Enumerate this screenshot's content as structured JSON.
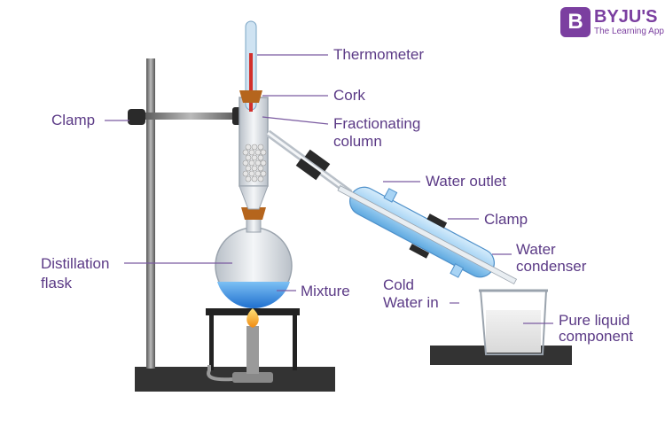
{
  "brand": {
    "name": "BYJU'S",
    "letter": "B",
    "tagline": "The Learning App",
    "color": "#7b3fa0"
  },
  "labels": {
    "thermometer": "Thermometer",
    "cork": "Cork",
    "clamp_left": "Clamp",
    "fractionating_1": "Fractionating",
    "fractionating_2": "column",
    "water_outlet": "Water outlet",
    "clamp_right": "Clamp",
    "distillation_1": "Distillation",
    "distillation_2": "flask",
    "mixture": "Mixture",
    "water_condenser_1": "Water",
    "water_condenser_2": "condenser",
    "cold_water_1": "Cold",
    "cold_water_2": "Water in",
    "pure_liquid_1": "Pure liquid",
    "pure_liquid_2": "component"
  },
  "colors": {
    "label_text": "#5b3a86",
    "leader_line": "#7a5aa0",
    "glass": "#d8dde3",
    "liquid": "#3d8fe0",
    "condenser_water": "#a8d4f5",
    "cork": "#b5651d",
    "stand": "#3a3a3a",
    "base": "#333333",
    "flame": "#f6a623"
  }
}
